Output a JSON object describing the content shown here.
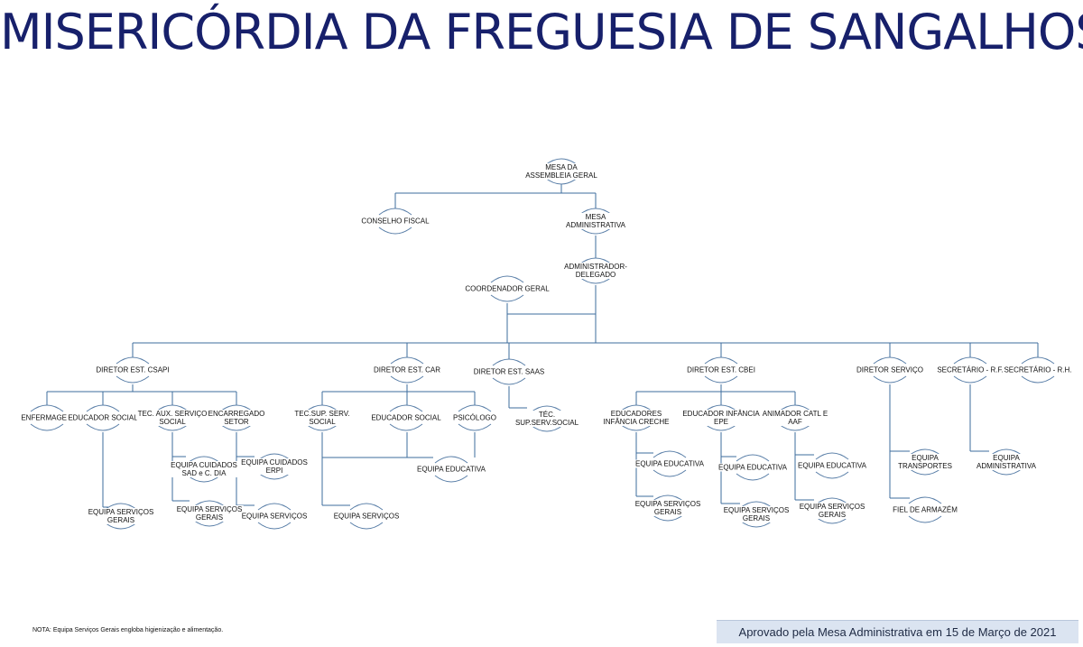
{
  "title": "MISERICÓRDIA DA FREGUESIA DE SANGALHOS",
  "colors": {
    "connector": "#3d6c9e",
    "node_arc": "#5a7fa8",
    "title": "#17206b",
    "footer_bg": "#dbe4f1"
  },
  "nodes": {
    "mesa_assembleia": "MESA DA\nASSEMBLEIA GERAL",
    "conselho_fiscal": "CONSELHO FISCAL",
    "mesa_administrativa": "MESA\nADMINISTRATIVA",
    "administrador_delegado": "ADMINISTRADOR-\nDELEGADO",
    "coordenador_geral": "COORDENADOR GERAL",
    "diretor_csapi": "DIRETOR EST. CSAPI",
    "diretor_car": "DIRETOR EST. CAR",
    "diretor_saas": "DIRETOR EST. SAAS",
    "diretor_cbei": "DIRETOR EST. CBEI",
    "diretor_servico": "DIRETOR SERVIÇO",
    "secretario_rf": "SECRETÁRIO - R.F.",
    "secretario_rh": "SECRETÁRIO - R.H.",
    "enfermagem": "ENFERMAGEM",
    "educador_social_csapi": "EDUCADOR SOCIAL",
    "tec_aux_servico_social": "TEC. AUX. SERVIÇO\nSOCIAL",
    "encarregado_setor": "ENCARREGADO\nSETOR",
    "equipa_servicos_gerais_csapi": "EQUIPA SERVIÇOS\nGERAIS",
    "equipa_cuidados_sad": "EQUIPA CUIDADOS\nSAD e C. DIA",
    "equipa_servicos_gerais_tec": "EQUIPA SERVIÇOS\nGERAIS",
    "equipa_cuidados_erpi": "EQUIPA CUIDADOS\nERPI",
    "equipa_servicos_enc": "EQUIPA SERVIÇOS",
    "tec_sup_serv_social_car": "TEC.SUP. SERV.\nSOCIAL",
    "educador_social_car": "EDUCADOR SOCIAL",
    "psicologo": "PSICÓLOGO",
    "equipa_educativa_car": "EQUIPA EDUCATIVA",
    "equipa_servicos_car": "EQUIPA SERVIÇOS",
    "tec_sup_serv_social_saas": "TÉC.\nSUP.SERV.SOCIAL",
    "educadores_infancia_creche": "EDUCADORES\nINFÂNCIA CRECHE",
    "educador_infancia_epe": "EDUCADOR INFÂNCIA\nEPE",
    "animador_catl_aaf": "ANIMADOR CATL E\nAAF",
    "equipa_educativa_creche": "EQUIPA EDUCATIVA",
    "equipa_servicos_gerais_creche": "EQUIPA SERVIÇOS\nGERAIS",
    "equipa_educativa_epe": "EQUIPA EDUCATIVA",
    "equipa_servicos_gerais_epe": "EQUIPA SERVIÇOS\nGERAIS",
    "equipa_educativa_catl": "EQUIPA EDUCATIVA",
    "equipa_servicos_gerais_catl": "EQUIPA SERVIÇOS\nGERAIS",
    "equipa_transportes": "EQUIPA\nTRANSPORTES",
    "fiel_armazem": "FIEL DE ARMAZÉM",
    "equipa_administrativa": "EQUIPA\nADMINISTRATIVA"
  },
  "note": "NOTA: Equipa Serviços Gerais engloba higienização e alimentação.",
  "approval": "Aprovado pela Mesa Administrativa em 15 de Março de 2021"
}
